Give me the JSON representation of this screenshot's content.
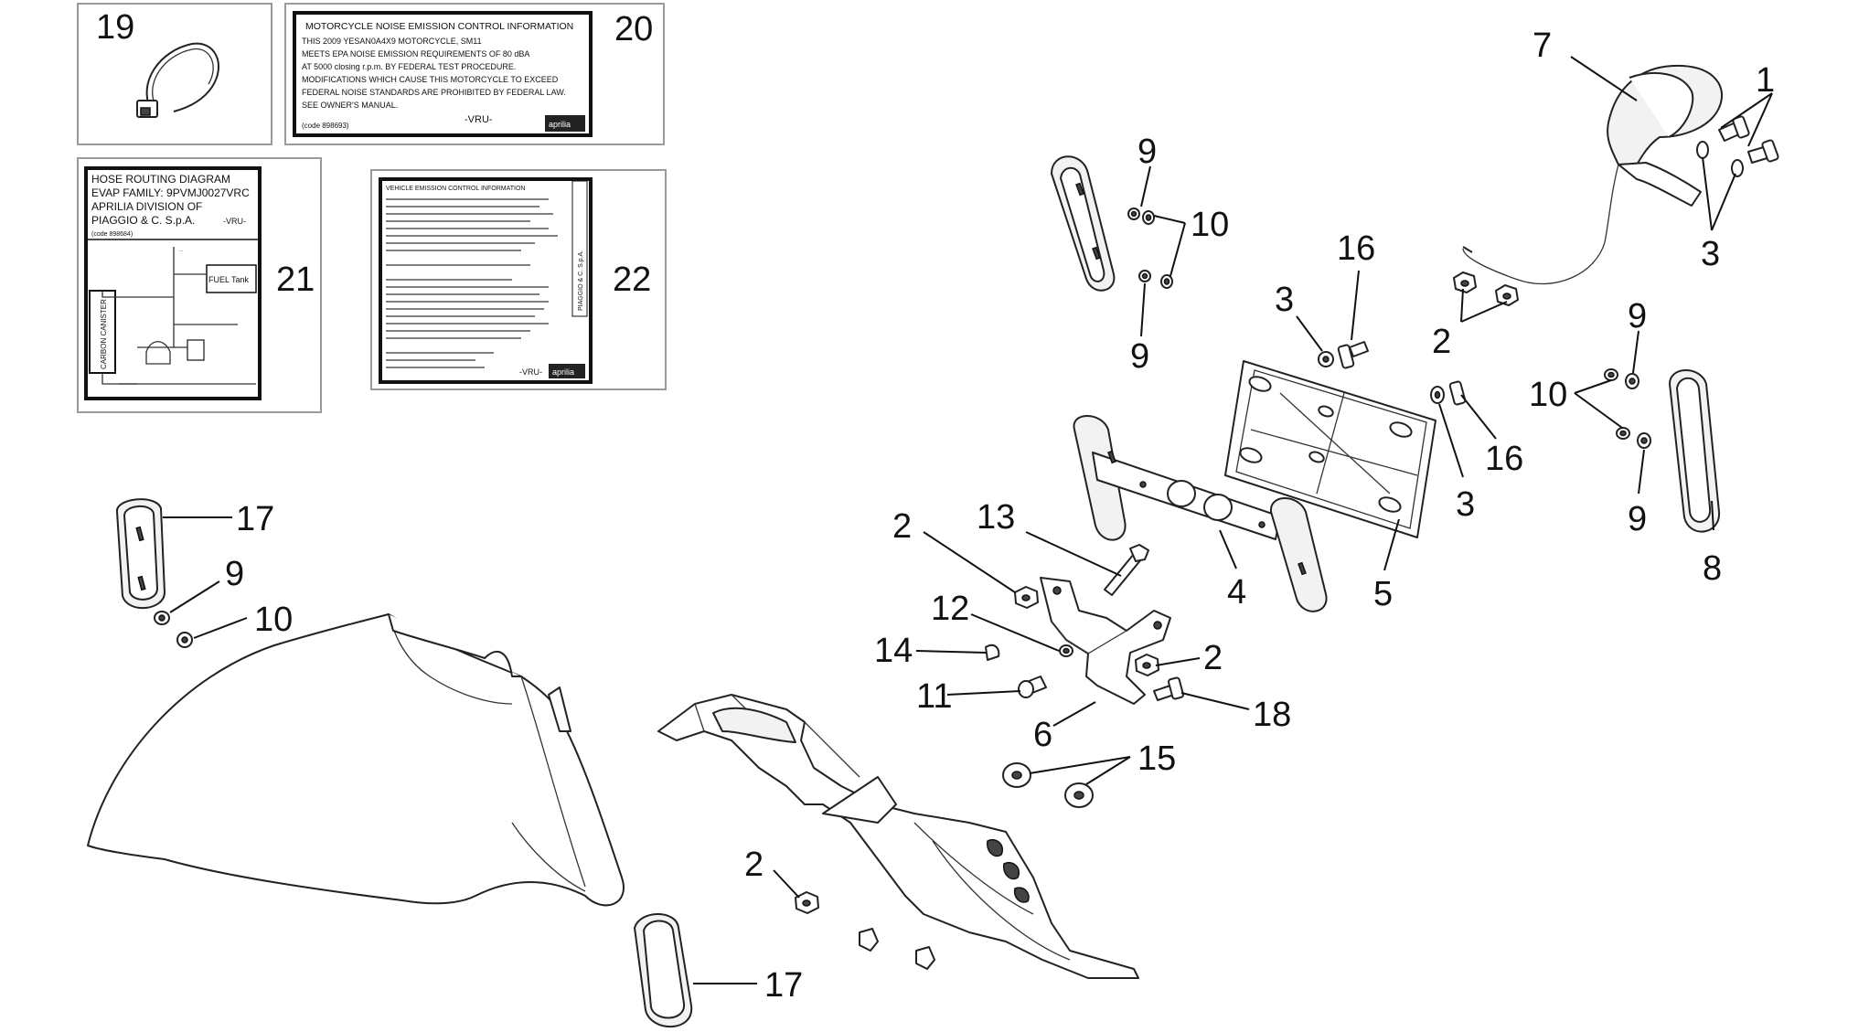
{
  "callouts": {
    "c1": "1",
    "c2": "2",
    "c3": "3",
    "c4": "4",
    "c5": "5",
    "c6": "6",
    "c7": "7",
    "c8": "8",
    "c9": "9",
    "c10": "10",
    "c11": "11",
    "c12": "12",
    "c13": "13",
    "c14": "14",
    "c15": "15",
    "c16": "16",
    "c17": "17",
    "c18": "18"
  },
  "insets": {
    "b19": "19",
    "b20": "20",
    "b21": "21",
    "b22": "22"
  },
  "label20": {
    "l1": "MOTORCYCLE NOISE EMISSION CONTROL INFORMATION",
    "l2": "THIS 2009 YESAN0A4X9 MOTORCYCLE, SM11",
    "l3": "MEETS EPA NOISE EMISSION REQUIREMENTS OF 80 dBA",
    "l4": "AT 5000 closing r.p.m. BY FEDERAL TEST PROCEDURE.",
    "l5": "MODIFICATIONS WHICH CAUSE THIS MOTORCYCLE TO EXCEED",
    "l6": "FEDERAL NOISE STANDARDS ARE PROHIBITED BY FEDERAL LAW.",
    "l7": "SEE OWNER'S MANUAL.",
    "vru": "-VRU-",
    "code": "(code 898693)",
    "brand": "aprilia"
  },
  "label21": {
    "l1": "HOSE ROUTING DIAGRAM",
    "l2": "EVAP FAMILY: 9PVMJ0027VRC",
    "l3": "APRILIA DIVISION OF",
    "l4": "PIAGGIO & C. S.p.A.",
    "vru": "-VRU-",
    "code": "(code 898684)",
    "fuel": "FUEL Tank",
    "canister": "CARBON CANISTER"
  },
  "label22": {
    "title": "VEHICLE EMISSION CONTROL INFORMATION",
    "vru": "-VRU-",
    "brand": "aprilia",
    "side": "PIAGGIO & C. S.p.A."
  }
}
